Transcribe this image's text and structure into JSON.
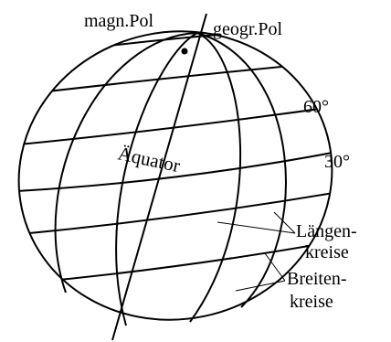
{
  "labels": {
    "magnetic_pole": "magn.Pol",
    "geographic_pole": "geogr.Pol",
    "latitude_60": "60°",
    "latitude_30": "30°",
    "equator": "Äquator",
    "meridians_line1": "Längen-",
    "meridians_line2": "kreise",
    "parallels_line1": "Breiten-",
    "parallels_line2": "kreise"
  }
}
